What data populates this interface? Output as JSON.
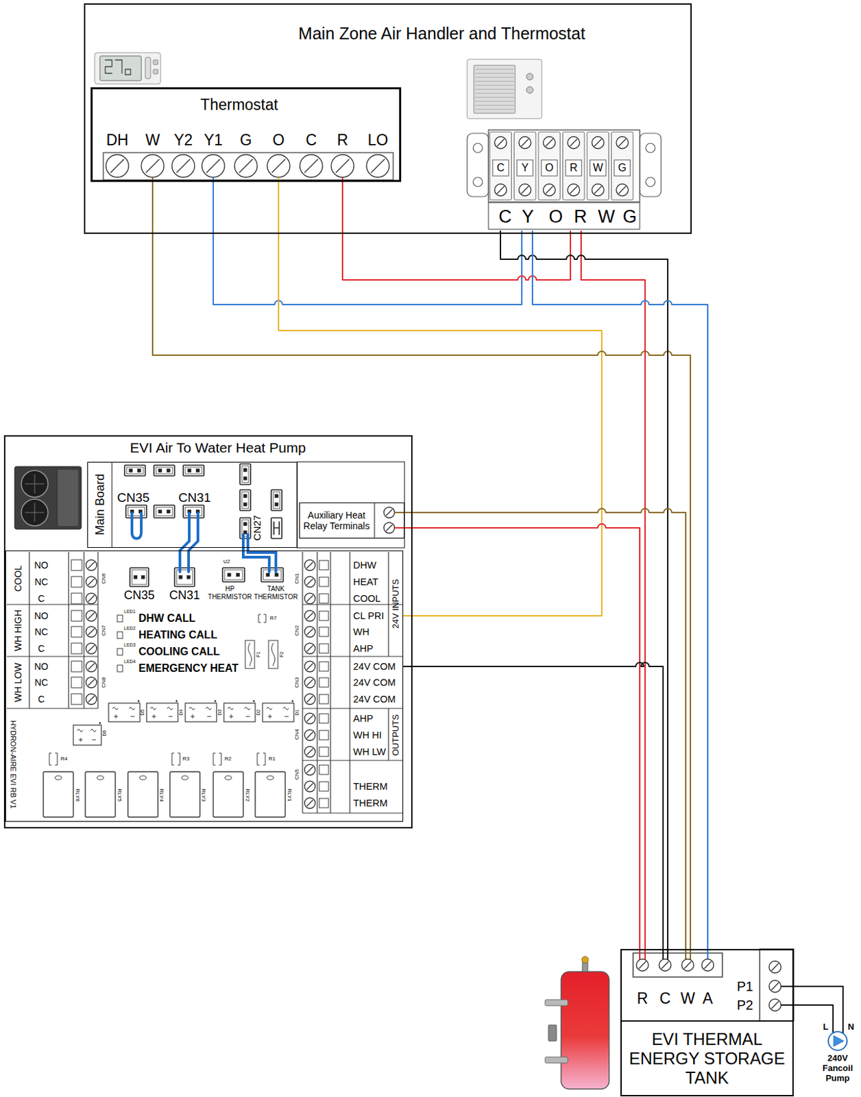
{
  "diagram": {
    "nodes": [
      {
        "text": [
          "Main Zone Air Handler and Thermostat"
        ]
      },
      {
        "text": [
          "Thermostat",
          "DH",
          "W",
          "Y2",
          "Y1",
          "G",
          "O",
          "C",
          "R",
          "LO"
        ],
        "in": 0
      },
      {
        "text": [
          "C",
          "Y",
          "O",
          "R",
          "W",
          "G",
          "C",
          "Y",
          "O",
          "R",
          "W",
          "G"
        ],
        "in": 0
      },
      {
        "text": [
          "EVI Air To Water Heat Pump"
        ]
      },
      {
        "text": [
          "Main Board"
        ],
        "in": 3
      },
      {
        "text": [
          "Auxiliary Heat Relay Terminals"
        ],
        "in": 3
      },
      {
        "text": [
          "HYDRON-AIRE EVI RB V1"
        ],
        "in": 3
      },
      {
        "text": [
          "R",
          "C",
          "W",
          "A",
          "P1",
          "P2",
          "EVI THERMAL ENERGY STORAGE TANK"
        ]
      },
      {
        "text": [
          "L",
          "N",
          "240V Fancoil Pump"
        ]
      }
    ],
    "edges": [
      {
        "from": 1,
        "to": 2,
        "arrow": "none"
      },
      {
        "from": 1,
        "to": 2,
        "arrow": "none"
      },
      {
        "from": 1,
        "to": 6,
        "arrow": "none"
      },
      {
        "from": 1,
        "to": 7,
        "arrow": "none"
      },
      {
        "from": 2,
        "to": 7,
        "arrow": "none"
      },
      {
        "from": 2,
        "to": 7,
        "arrow": "none"
      },
      {
        "from": 2,
        "to": 7,
        "arrow": "none"
      },
      {
        "from": 5,
        "to": 7,
        "arrow": "none"
      },
      {
        "from": 5,
        "to": 7,
        "arrow": "none"
      },
      {
        "from": 6,
        "to": 7,
        "arrow": "none"
      },
      {
        "from": 7,
        "to": 8,
        "arrow": "none"
      },
      {
        "from": 7,
        "to": 8,
        "arrow": "none"
      }
    ],
    "labels": [
      "CN35",
      "CN31",
      "CN27",
      "NO",
      "NC",
      "C",
      "COOL",
      "NO",
      "NC",
      "C",
      "WH HIGH",
      "NO",
      "NC",
      "C",
      "WH LOW",
      "CN6",
      "CN7",
      "CN8",
      "CN35",
      "CN31",
      "U2",
      "HP THERMISTOR",
      "TANK THERMISTOR",
      "LED1",
      "DHW CALL",
      "LED2",
      "HEATING CALL",
      "LED3",
      "COOLING CALL",
      "LED4",
      "EMERGENCY HEAT",
      "R7",
      "F1",
      "F2",
      "D5",
      "D4",
      "D3",
      "D2",
      "D1",
      "D6",
      "R4",
      "R3",
      "R2",
      "R1",
      "RLY6",
      "RLY5",
      "RLY4",
      "RLY3",
      "RLY2",
      "RLY1",
      "CN1",
      "CN2",
      "CN3",
      "CN4",
      "CN5",
      "DHW",
      "HEAT",
      "COOL",
      "CL PRI",
      "WH",
      "AHP",
      "24V COM",
      "24V COM",
      "24V COM",
      "AHP",
      "WH HI",
      "WH LW",
      "THERM",
      "THERM",
      "24V INPUTS",
      "OUTPUTS"
    ]
  }
}
